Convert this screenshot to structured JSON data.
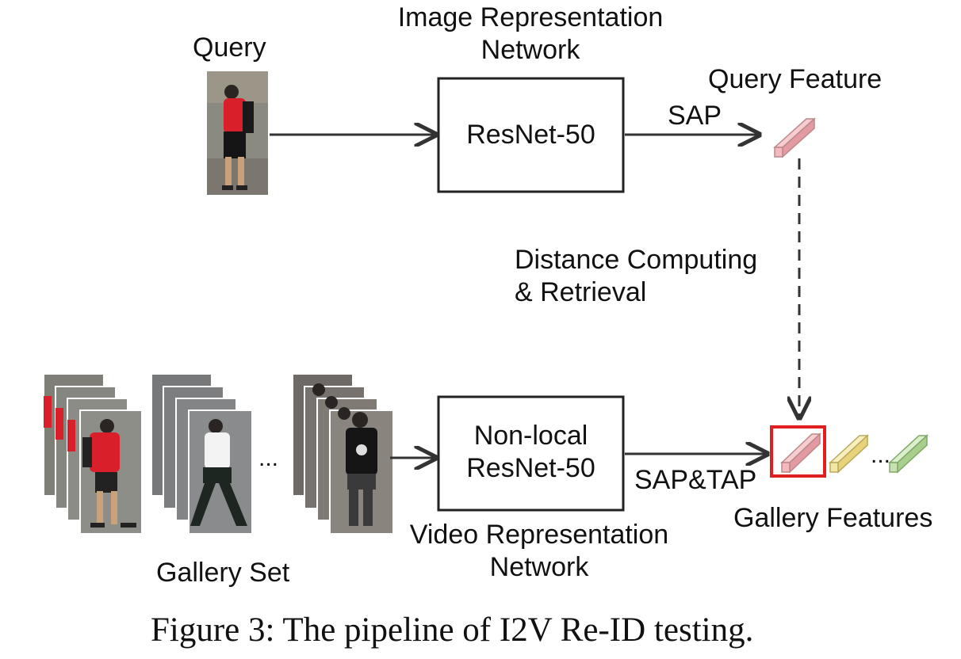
{
  "diagram": {
    "query_label": "Query",
    "image_network_title": [
      "Image Representation",
      "Network"
    ],
    "image_network_box": "ResNet-50",
    "sap_label": "SAP",
    "query_feature_label": "Query Feature",
    "distance_label": [
      "Distance Computing",
      "& Retrieval"
    ],
    "gallery_set_label": "Gallery Set",
    "gallery_ellipsis": "...",
    "video_network_box": [
      "Non-local",
      "ResNet-50"
    ],
    "sap_tap_label": "SAP&TAP",
    "video_network_title": [
      "Video Representation",
      "Network"
    ],
    "gallery_features_label": "Gallery Features",
    "feature_ellipsis": "...",
    "caption": "Figure 3: The pipeline of I2V Re-ID testing."
  },
  "colors": {
    "query_feature": "#f4b8bf",
    "gallery_feature_1": "#f4b8bf",
    "gallery_feature_2": "#f3e7a6",
    "gallery_feature_3": "#c7e2b0",
    "highlight_box": "#e02020",
    "shirt_red": "#d81f2a"
  },
  "icons": [
    "person-query-photo",
    "gallery-frame-stack",
    "feature-vector-bar",
    "arrow-right",
    "dashed-arrow-down"
  ]
}
